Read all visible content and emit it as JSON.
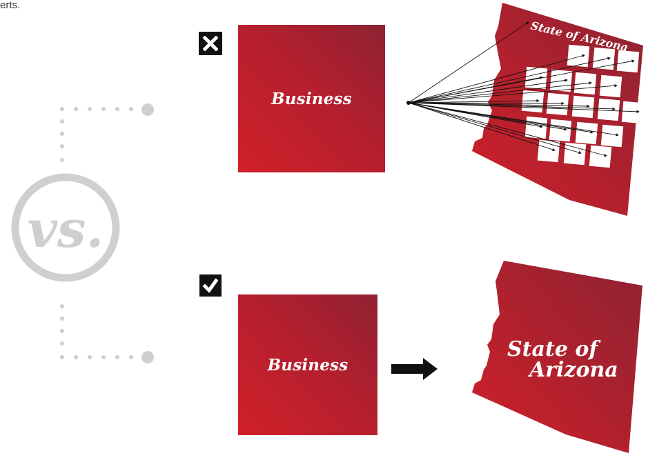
{
  "top_left_text": "erts.",
  "vs_label": "vs.",
  "bad_example": {
    "badge_icon": "x-mark-icon",
    "business_label": "Business",
    "state_label": "State of Arizona"
  },
  "good_example": {
    "badge_icon": "checkmark-icon",
    "business_label": "Business",
    "arrow_icon": "arrow-right-icon",
    "state_label_line1": "State of",
    "state_label_line2": "Arizona"
  },
  "colors": {
    "brand_red": "#c8202c",
    "dark_red": "#8e2232",
    "gray": "#cfcfcf",
    "black": "#111111"
  }
}
